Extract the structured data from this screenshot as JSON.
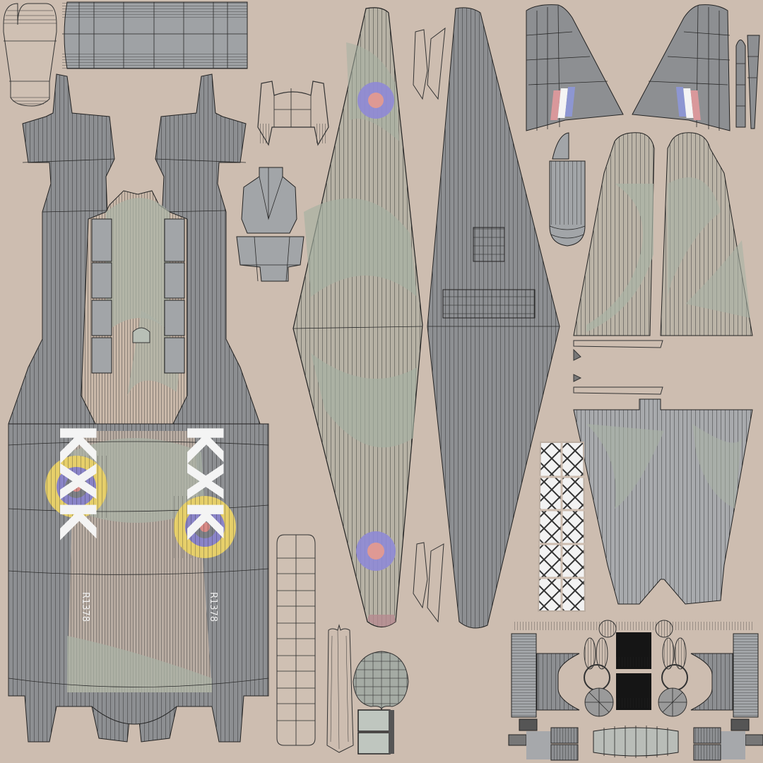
{
  "texture": {
    "title": "UV texture atlas - RAF fighter aircraft",
    "background_color": "#cdbdb0",
    "wire_color": "#2a2a2a",
    "panel_grey": "#8d8f92",
    "panel_grey_light": "#a2a5a8",
    "camo_green": "#a9b4a6",
    "camo_earth": "#c7b6a6"
  },
  "markings": {
    "squadron_code_left": "KXK",
    "squadron_code_right": "KXK",
    "serial_left": "R1378",
    "serial_right": "R1378",
    "roundel": {
      "outer_yellow": "#e6cf6a",
      "blue": "#8a84c8",
      "inner_grey": "#7e8086",
      "center_red": "#d88a86"
    },
    "wing_roundel": {
      "blue": "#8f89d6",
      "center_red": "#e39a90"
    },
    "fin_flash": {
      "red": "#d9989b",
      "white": "#f4f4f4",
      "blue": "#8d96d2"
    }
  },
  "islands": [
    {
      "id": "spinner",
      "label": "Propeller spinner"
    },
    {
      "id": "top-strip",
      "label": "Fuselage top strip"
    },
    {
      "id": "fuselage-left",
      "label": "Fuselage left side"
    },
    {
      "id": "fuselage-right",
      "label": "Fuselage right side"
    },
    {
      "id": "canopy-frame",
      "label": "Canopy frame"
    },
    {
      "id": "seat",
      "label": "Pilot seat"
    },
    {
      "id": "wing-upper",
      "label": "Wing upper surface (camouflage)"
    },
    {
      "id": "wing-lower",
      "label": "Wing lower surface"
    },
    {
      "id": "fin-left",
      "label": "Tail fin left"
    },
    {
      "id": "fin-right",
      "label": "Tail fin right"
    },
    {
      "id": "stabilizers",
      "label": "Horizontal stabilizers"
    },
    {
      "id": "canopy-glass",
      "label": "Canopy glass (lattice)"
    },
    {
      "id": "radiator",
      "label": "Radiator strip"
    },
    {
      "id": "engine-parts",
      "label": "Engine and landing gear parts"
    }
  ]
}
